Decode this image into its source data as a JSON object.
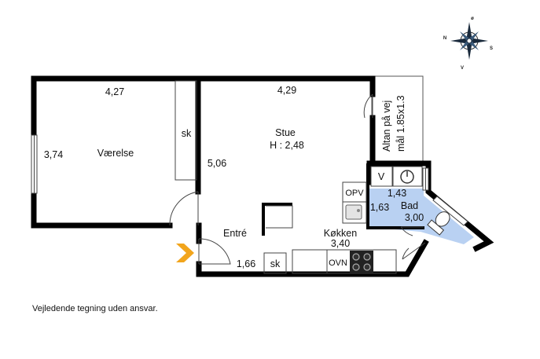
{
  "rooms": {
    "vaerelse": {
      "name": "Værelse",
      "width": "4,27",
      "depth": "3,74"
    },
    "stue": {
      "name": "Stue",
      "height": "H : 2,48",
      "width": "4,29",
      "depth": "5,06"
    },
    "entre": {
      "name": "Entré",
      "width": "1,66"
    },
    "koekken": {
      "name": "Køkken",
      "size": "3,40"
    },
    "bad": {
      "name": "Bad",
      "size": "3,00",
      "width": "1,43",
      "depth": "1,63"
    }
  },
  "fixtures": {
    "wardrobe_1": "sk",
    "wardrobe_2": "sk",
    "dishwasher": "OPV",
    "oven": "OVN",
    "washer": "V"
  },
  "balcony": {
    "line1": "Altan på vej",
    "line2": "mål 1.85x1.3"
  },
  "compass": {
    "north": "ø",
    "east": "S",
    "south": "V",
    "west": "N"
  },
  "disclaimer": "Vejledende tegning uden ansvar.",
  "colors": {
    "bath_fill": "#b9d1f2",
    "wall": "#000000",
    "entrance_arrow": "#f2a51c"
  }
}
